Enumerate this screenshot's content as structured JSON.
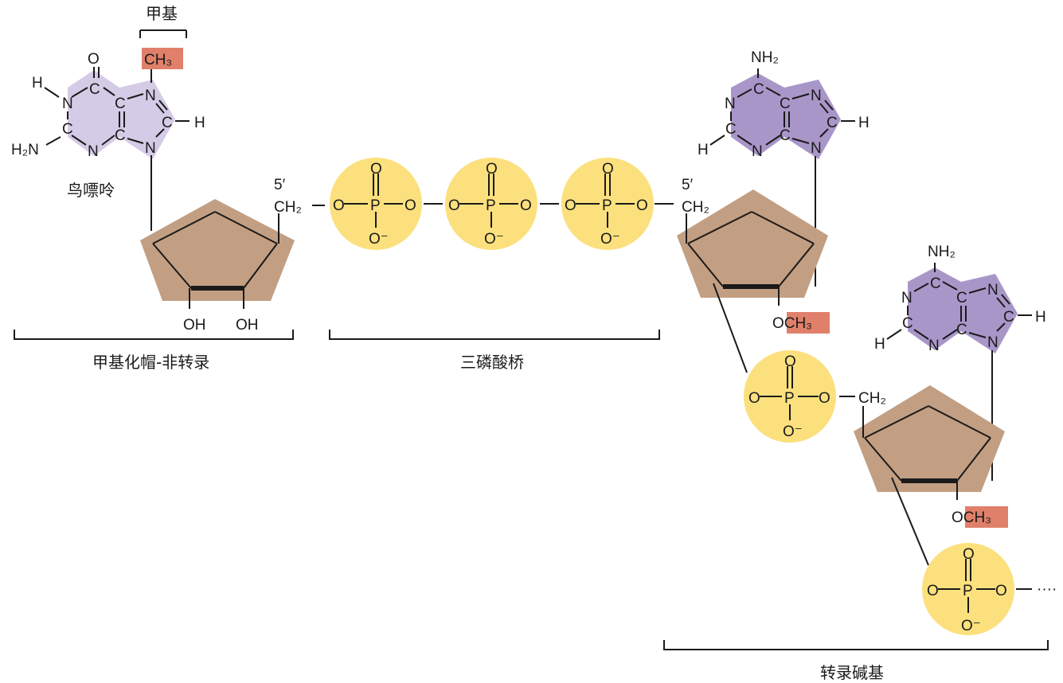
{
  "labels": {
    "methyl_group": "甲基",
    "guanine": "鸟嘌呤",
    "methylated_cap": "甲基化帽-非转录",
    "triphosphate_bridge": "三磷酸桥",
    "transcribed_bases": "转录碱基"
  },
  "atoms": {
    "C": "C",
    "N": "N",
    "O": "O",
    "H": "H",
    "P": "P",
    "CH3": "CH₃",
    "NH2": "NH₂",
    "H2N": "H₂N",
    "CH2": "CH₂",
    "OH": "OH",
    "O_minus": "O⁻",
    "OCH3": "OCH₃",
    "prime5": "5′",
    "ellipsis": "····"
  },
  "colors": {
    "guanine_fill": "#d4cbe6",
    "adenine_fill": "#a996c9",
    "ribose_fill": "#c29f83",
    "phosphate_fill": "#fbe07d",
    "methyl_fill": "#e0806a",
    "line": "#1a1a1a"
  }
}
